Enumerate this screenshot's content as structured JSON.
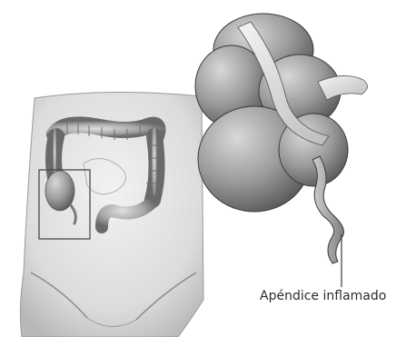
{
  "illustration": {
    "callout_label": "Apéndice inflamado"
  },
  "colors": {
    "background": "#ffffff",
    "skin": "#e6e6e6",
    "intestine_light": "#c9c9c9",
    "intestine_dark": "#8f8f8f",
    "outline": "#3a3a3a"
  },
  "icons": {
    "torso": "human-torso-illustration",
    "colon": "colon-illustration",
    "cecum_closeup": "cecum-closeup-illustration",
    "appendix": "inflamed-appendix-illustration"
  }
}
